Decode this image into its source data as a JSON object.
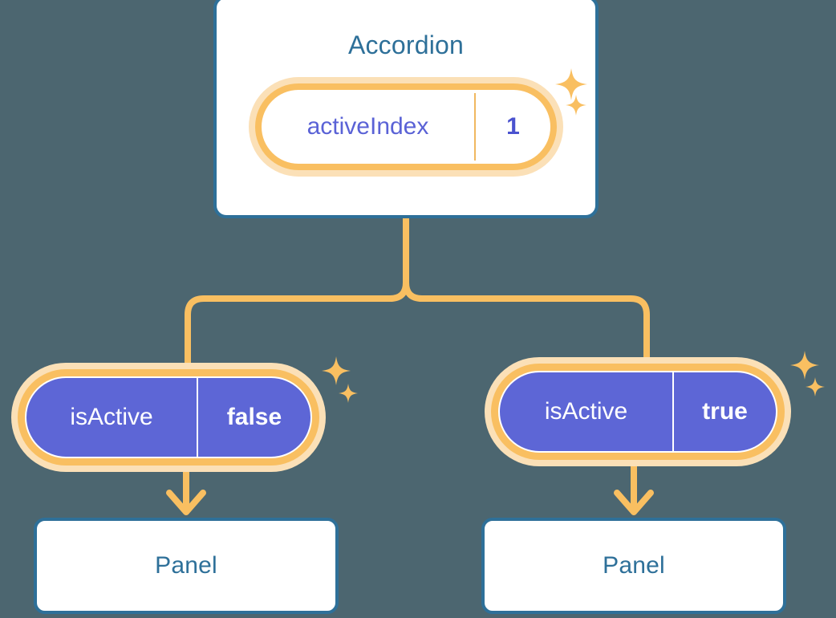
{
  "diagram": {
    "type": "component-tree",
    "background_color": "#4c6670",
    "accent_orange": "#f9bf61",
    "accent_glow": "#fbe0b7",
    "accent_blue": "#2e7099",
    "accent_purple": "#5d66d6"
  },
  "root": {
    "title": "Accordion",
    "state_badge": {
      "key": "activeIndex",
      "value": "1",
      "style": "white"
    },
    "sparkles": [
      "sparkle-icon",
      "sparkle-icon"
    ]
  },
  "branches": [
    {
      "prop_badge": {
        "key": "isActive",
        "value": "false",
        "style": "purple"
      },
      "child": {
        "title": "Panel"
      },
      "sparkles": [
        "sparkle-icon",
        "sparkle-icon"
      ]
    },
    {
      "prop_badge": {
        "key": "isActive",
        "value": "true",
        "style": "purple"
      },
      "child": {
        "title": "Panel"
      },
      "sparkles": [
        "sparkle-icon",
        "sparkle-icon"
      ]
    }
  ]
}
